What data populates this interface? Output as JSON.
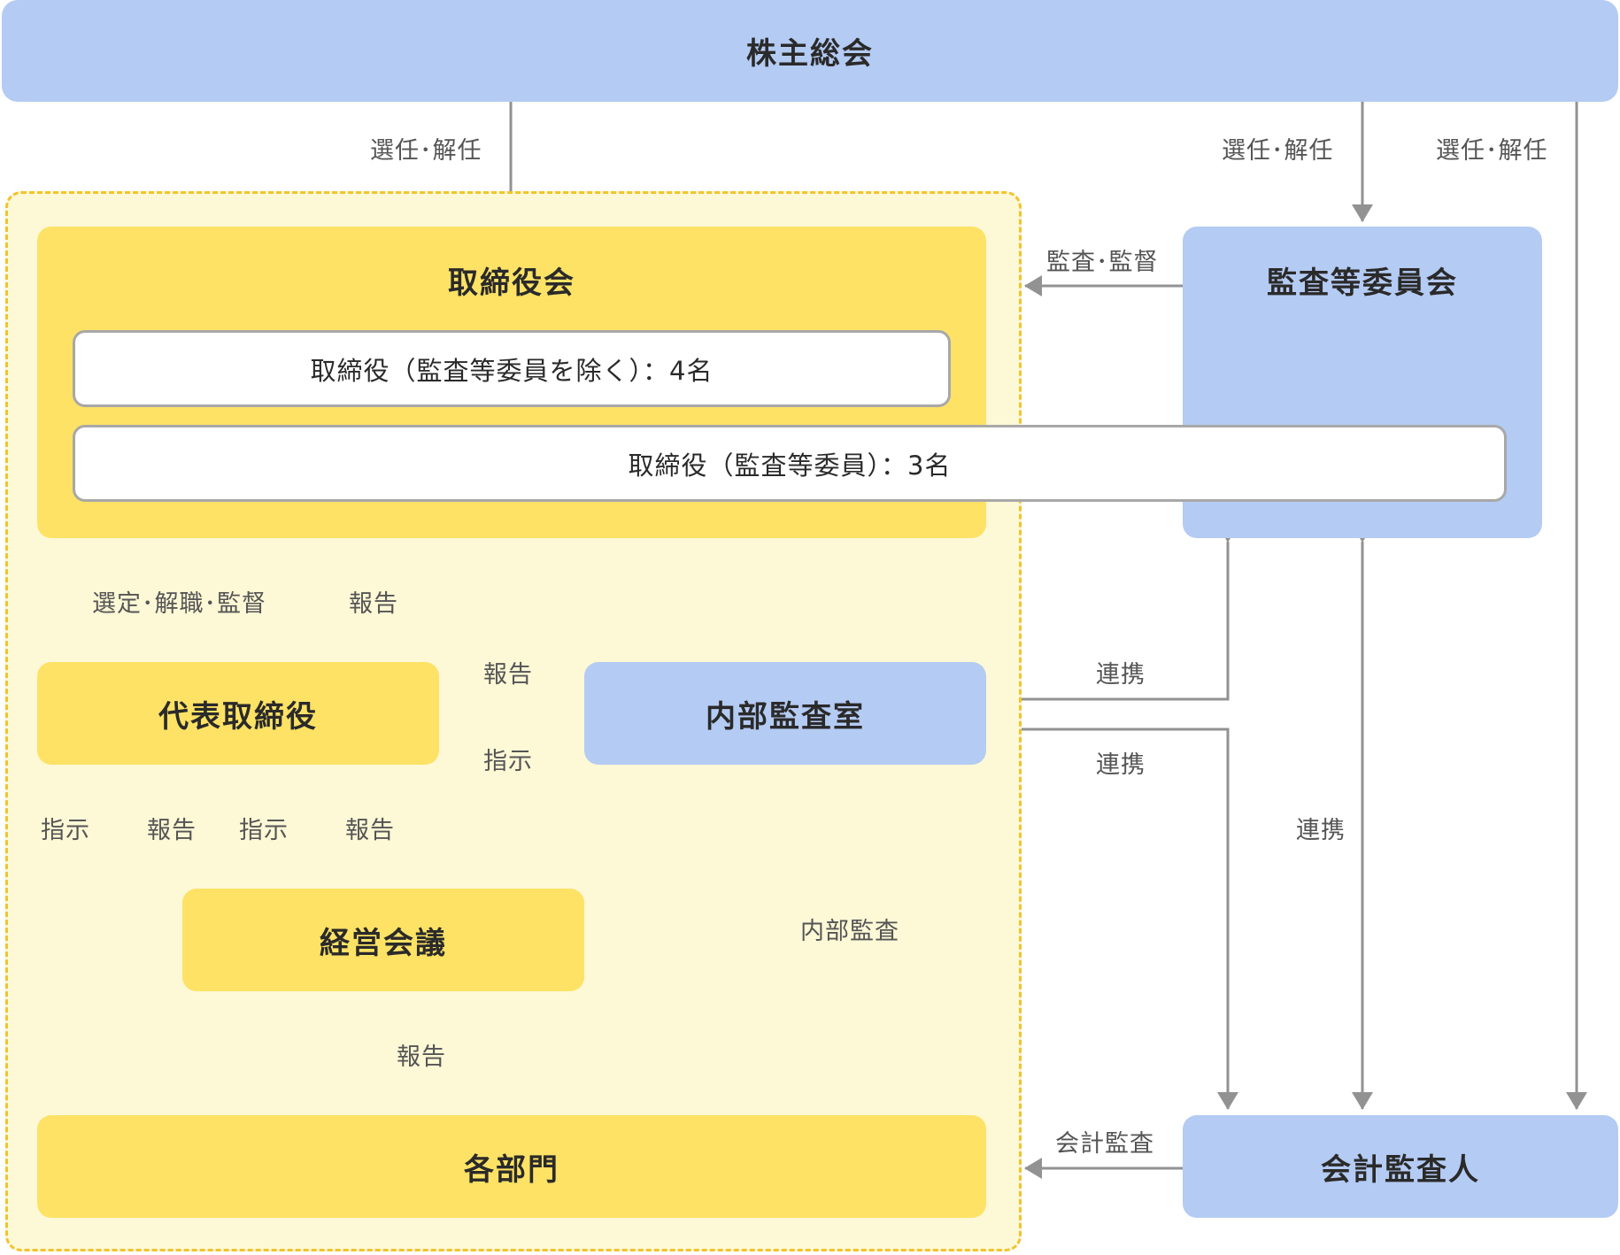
{
  "colors": {
    "blue_box": "#b4cbf3",
    "yellow_box": "#fde265",
    "zone_fill": "#fdf8d6",
    "zone_border": "#f2c32c",
    "line": "#929292"
  },
  "boxes": {
    "shareholders": "株主総会",
    "board": "取締役会",
    "board_members_non_audit": "取締役（監査等委員を除く）：4名",
    "board_members_audit": "取締役（監査等委員）：3名",
    "audit_committee": "監査等委員会",
    "representative_director": "代表取締役",
    "internal_audit_office": "内部監査室",
    "management_meeting": "経営会議",
    "departments": "各部門",
    "accounting_auditor": "会計監査人"
  },
  "labels": {
    "elect_dismiss_board": "選任･解任",
    "elect_dismiss_audit_committee": "選任･解任",
    "elect_dismiss_accounting_auditor": "選任･解任",
    "audit_supervision": "監査･監督",
    "select_dismiss_supervise": "選定･解職･監督",
    "report_to_board": "報告",
    "report_from_internal_audit": "報告",
    "instruct_internal_audit": "指示",
    "coop_internal_audit_1": "連携",
    "coop_internal_audit_2": "連携",
    "coop_audit_accounting": "連携",
    "instruct_departments": "指示",
    "report_from_departments": "報告",
    "instruct_management_meeting": "指示",
    "report_from_management_meeting": "報告",
    "internal_audit": "内部監査",
    "report_departments_to_meeting": "報告",
    "accounting_audit": "会計監査"
  }
}
